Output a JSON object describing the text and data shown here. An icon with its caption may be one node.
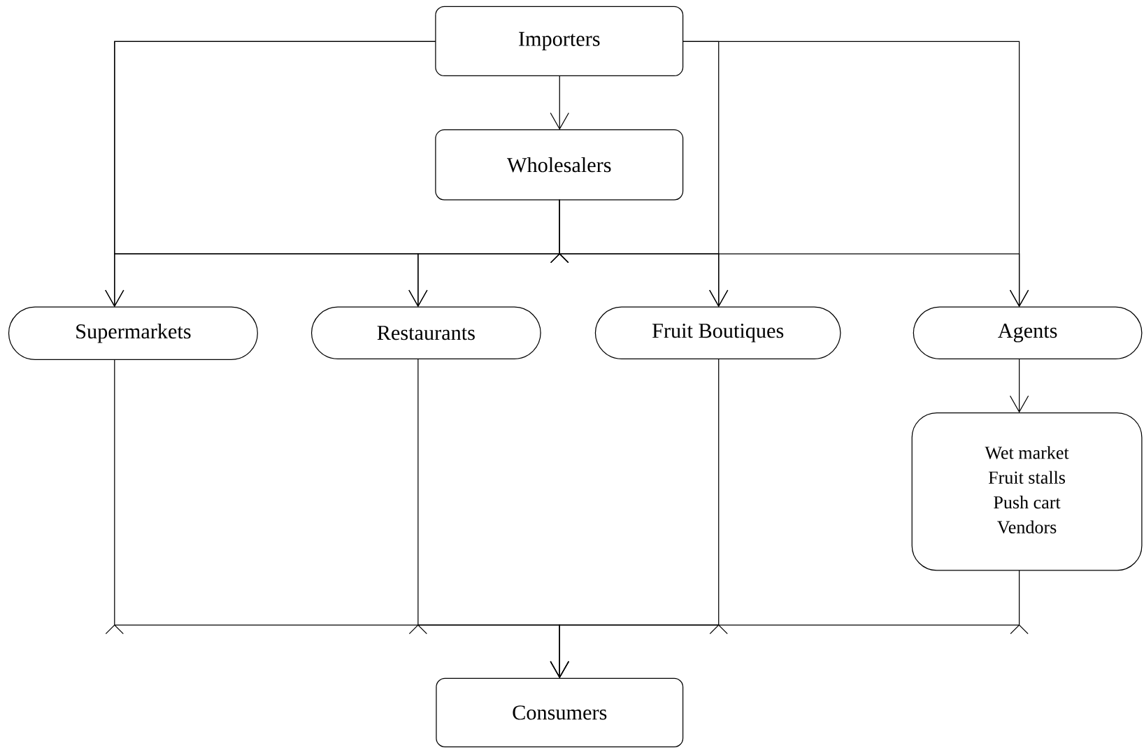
{
  "diagram": {
    "nodes": [
      {
        "text": [
          "Importers"
        ]
      },
      {
        "text": [
          "Wholesalers"
        ]
      },
      {
        "text": [
          "Supermarkets"
        ]
      },
      {
        "text": [
          "Restaurants"
        ]
      },
      {
        "text": [
          "Fruit Boutiques"
        ]
      },
      {
        "text": [
          "Agents"
        ]
      },
      {
        "text": [
          "Wet market",
          "Fruit stalls",
          "Push cart",
          "Vendors"
        ]
      },
      {
        "text": [
          "Consumers"
        ]
      }
    ],
    "edges": [
      {
        "from": 0,
        "to": 1,
        "arrow": "to"
      },
      {
        "from": 0,
        "to": 2,
        "arrow": "to"
      },
      {
        "from": 0,
        "to": 3,
        "arrow": "to"
      },
      {
        "from": 0,
        "to": 4,
        "arrow": "to"
      },
      {
        "from": 0,
        "to": 5,
        "arrow": "to"
      },
      {
        "from": 1,
        "to": 2,
        "arrow": "to"
      },
      {
        "from": 1,
        "to": 3,
        "arrow": "to"
      },
      {
        "from": 1,
        "to": 4,
        "arrow": "to"
      },
      {
        "from": 1,
        "to": 5,
        "arrow": "to"
      },
      {
        "from": 5,
        "to": 6,
        "arrow": "to"
      },
      {
        "from": 2,
        "to": 7,
        "arrow": "to"
      },
      {
        "from": 3,
        "to": 7,
        "arrow": "to"
      },
      {
        "from": 4,
        "to": 7,
        "arrow": "to"
      },
      {
        "from": 6,
        "to": 7,
        "arrow": "to"
      }
    ]
  }
}
